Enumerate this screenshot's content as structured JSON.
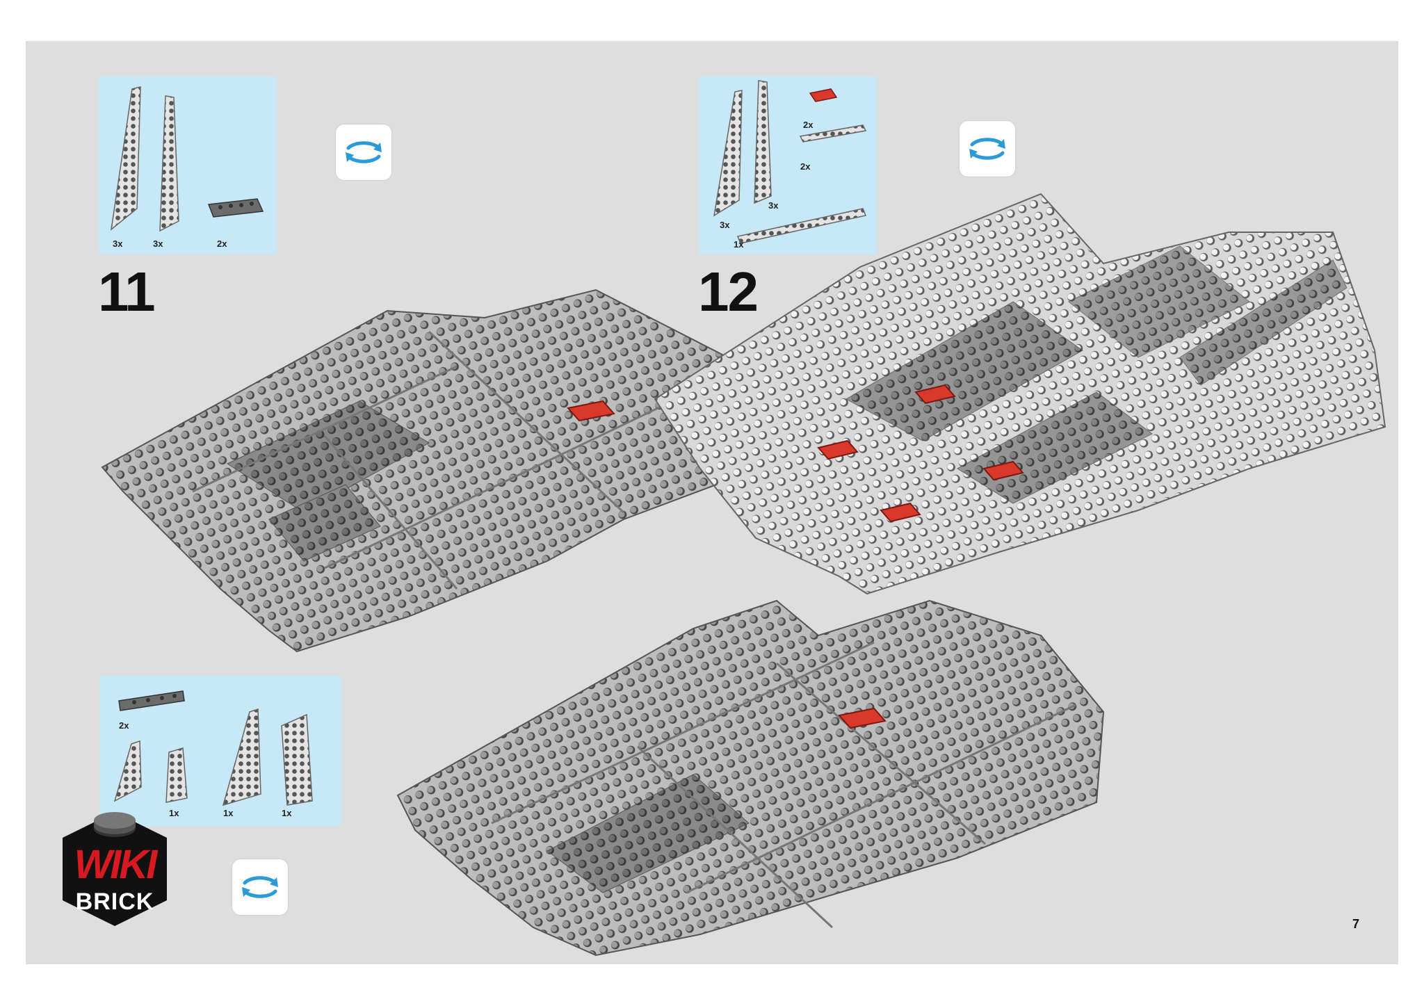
{
  "steps": [
    {
      "number": "11",
      "parts": [
        "3x",
        "3x",
        "2x"
      ]
    },
    {
      "number": "12",
      "parts": [
        "2x",
        "2x",
        "3x",
        "3x",
        "1x"
      ]
    },
    {
      "parts": [
        "2x",
        "1x",
        "1x",
        "1x"
      ]
    }
  ],
  "page_number": "7",
  "logo": {
    "line1": "WIKI",
    "line2": "BRICK"
  },
  "colors": {
    "page_bg": "#dedede",
    "parts_bg": "#c7e8f7",
    "plate_light": "#c9c9c9",
    "plate_dark": "#8f8f8f",
    "highlight_red": "#d9392b",
    "rotate_arrow": "#2a9bd8",
    "logo_red": "#d71920"
  },
  "icons": [
    "rotate-model-icon",
    "wiki-brick-logo"
  ]
}
